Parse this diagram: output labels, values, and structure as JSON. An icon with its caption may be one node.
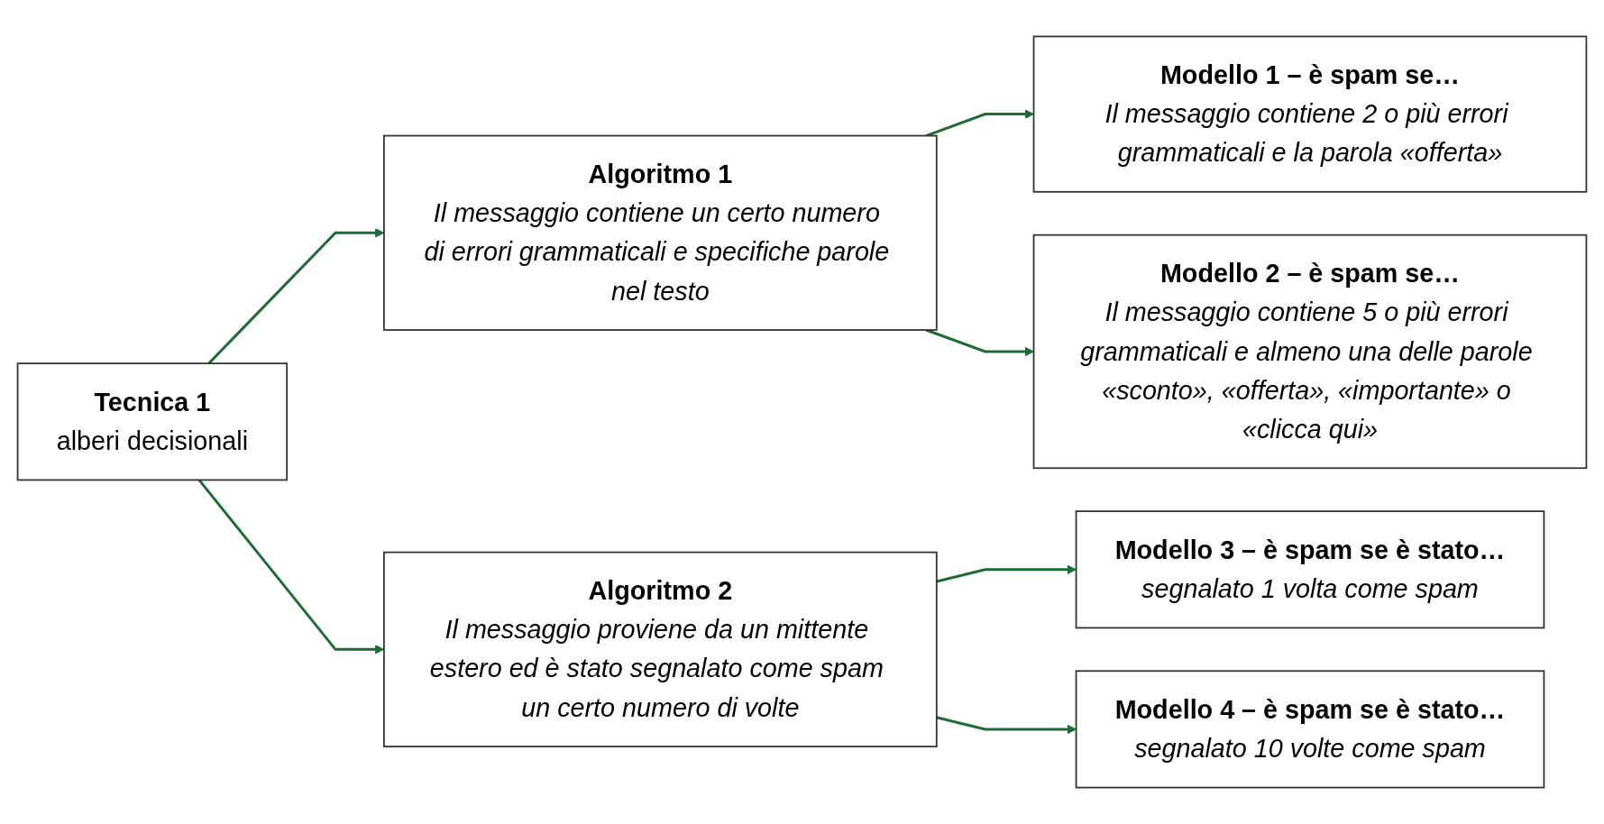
{
  "diagram": {
    "nodes": [
      {
        "text": [
          "Tecnica 1",
          "alberi decisionali"
        ]
      },
      {
        "text": [
          "Algoritmo 1",
          "Il messaggio contiene un certo numero di errori grammaticali e specifiche parole nel testo"
        ]
      },
      {
        "text": [
          "Modello 1 – è spam se…",
          "Il messaggio contiene 2 o più errori grammaticali e la parola «offerta»"
        ]
      },
      {
        "text": [
          "Modello 2 – è spam se…",
          "Il messaggio contiene 5 o più errori grammaticali e almeno una delle parole «sconto», «offerta», «importante» o «clicca qui»"
        ]
      },
      {
        "text": [
          "Algoritmo 2",
          "Il messaggio proviene da un mittente estero ed è stato segnalato come spam un certo numero di volte"
        ]
      },
      {
        "text": [
          "Modello 3 – è spam se è stato…",
          "segnalato 1 volta come spam"
        ]
      },
      {
        "text": [
          "Modello 4 – è spam se è stato…",
          "segnalato 10 volte come spam"
        ]
      }
    ],
    "edges": [
      {
        "from": 0,
        "to": 1,
        "arrow": "to"
      },
      {
        "from": 0,
        "to": 4,
        "arrow": "to"
      },
      {
        "from": 1,
        "to": 2,
        "arrow": "to"
      },
      {
        "from": 1,
        "to": 3,
        "arrow": "to"
      },
      {
        "from": 4,
        "to": 5,
        "arrow": "to"
      },
      {
        "from": 4,
        "to": 6,
        "arrow": "to"
      }
    ]
  }
}
